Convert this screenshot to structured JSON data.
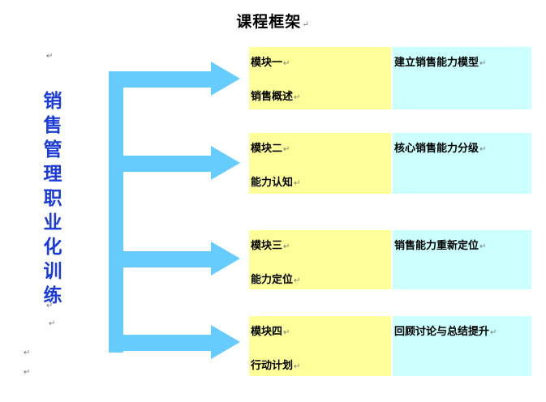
{
  "title": "课程框架",
  "paragraph_mark": "↵",
  "vertical_label": [
    "销",
    "售",
    "管",
    "理",
    "职",
    "业",
    "化",
    "训",
    "练"
  ],
  "modules": [
    {
      "name": "模块一",
      "subtitle": "销售概述",
      "description": "建立销售能力模型"
    },
    {
      "name": "模块二",
      "subtitle": "能力认知",
      "description": "核心销售能力分级"
    },
    {
      "name": "模块三",
      "subtitle": "能力定位",
      "description": "销售能力重新定位"
    },
    {
      "name": "模块四",
      "subtitle": "行动计划",
      "description": "回顾讨论与总结提升"
    }
  ],
  "colors": {
    "arrow": "#66ccff",
    "vertical_text": "#1a3bd9",
    "module_box": "#ffff99",
    "description_box": "#ccffff"
  }
}
